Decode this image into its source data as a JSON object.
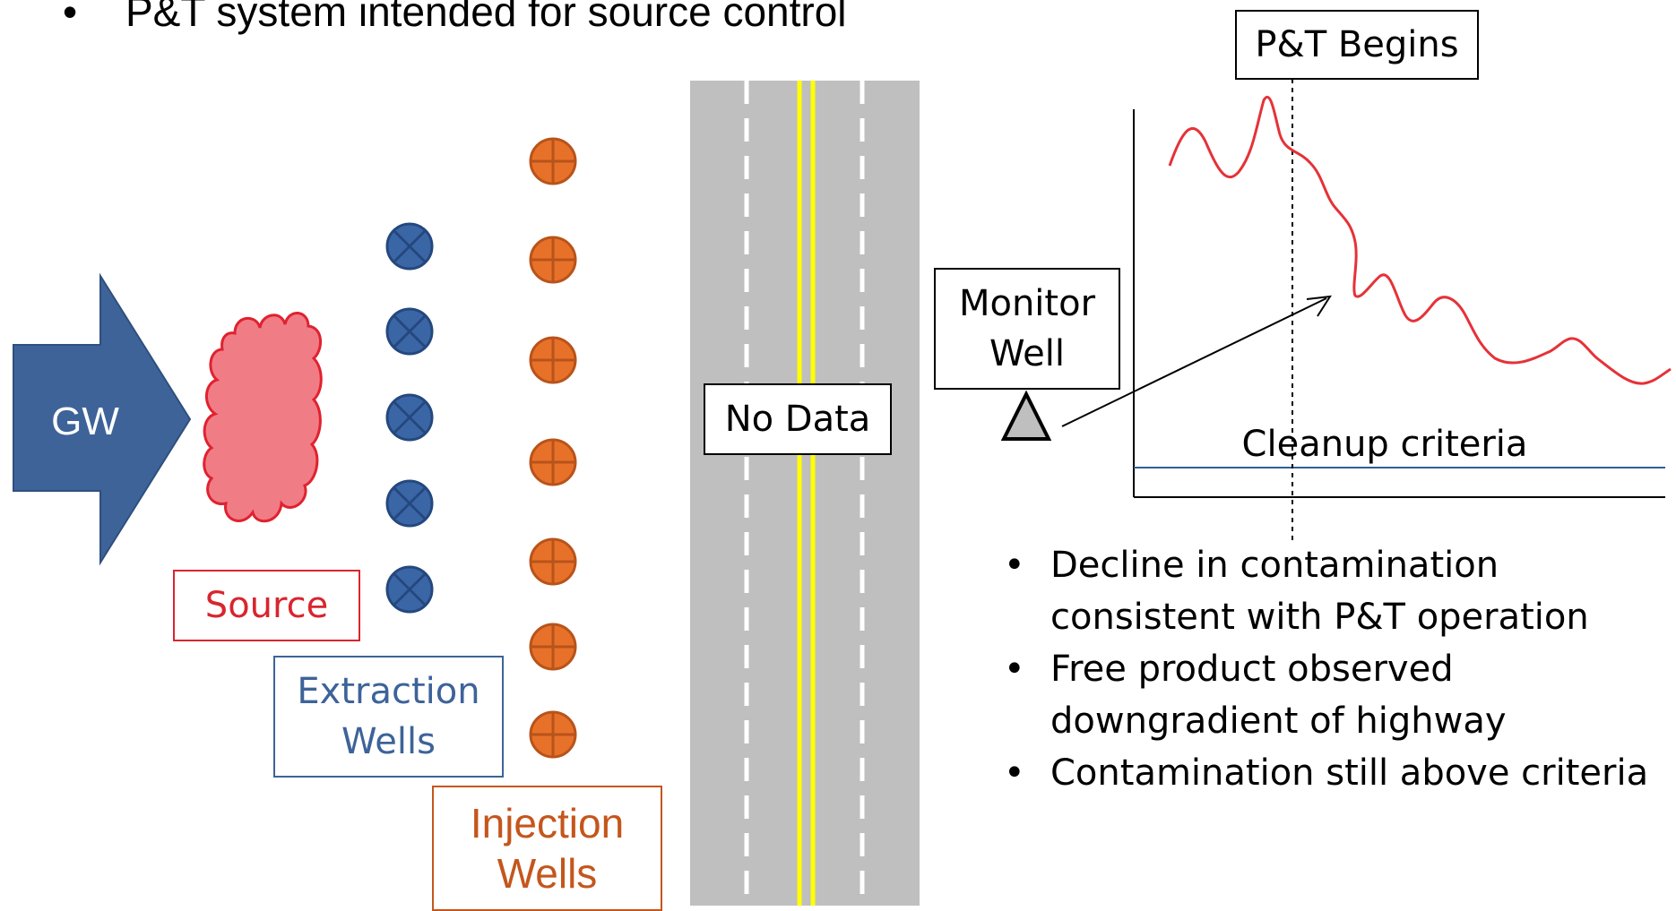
{
  "slide": {
    "bullet_heading": "P&T system intended for source control"
  },
  "labels": {
    "gw": "GW",
    "source": "Source",
    "extraction_wells": [
      "Extraction",
      "Wells"
    ],
    "injection_wells": [
      "Injection",
      "Wells"
    ],
    "no_data": "No Data",
    "monitor_well": [
      "Monitor",
      "Well"
    ],
    "pt_begins": "P&T Begins",
    "cleanup_criteria": "Cleanup criteria"
  },
  "findings": [
    [
      "Decline in contamination",
      "consistent with P&T operation"
    ],
    [
      "Free product observed",
      "downgradient of highway"
    ],
    [
      "Contamination still above criteria"
    ]
  ],
  "colors": {
    "gw_arrow": "#3D6399",
    "source_plume_fill": "#F07C86",
    "source_plume_edge": "#E0222F",
    "source_text": "#D9252E",
    "extraction_well": "#3B66A6",
    "extraction_text": "#3D6399",
    "injection_well": "#E8712A",
    "injection_text": "#C4561C",
    "road": "#BFBFBF",
    "road_center": "#FFFF00",
    "concentration_line": "#E53238",
    "cleanup_line": "#2E5E9A"
  },
  "icons": {
    "extraction_well": "circle-x-icon",
    "injection_well": "circle-plus-icon",
    "monitor_well": "triangle-icon"
  },
  "counts": {
    "extraction_wells": 5,
    "injection_wells": 7
  }
}
